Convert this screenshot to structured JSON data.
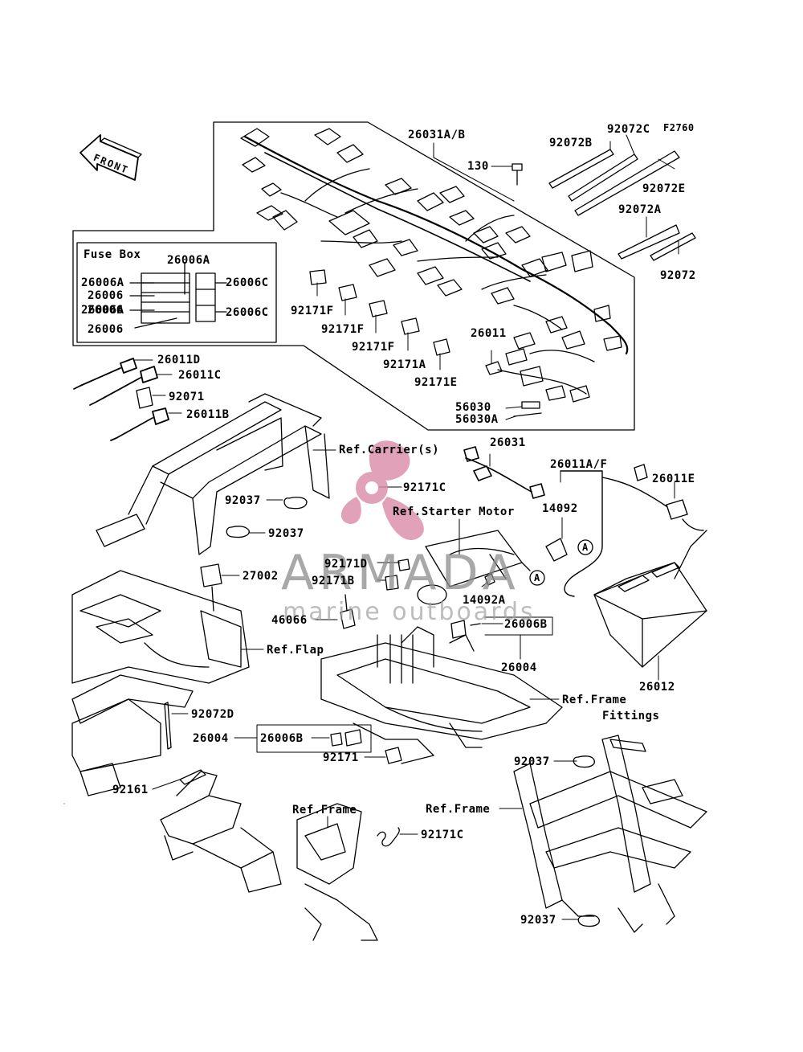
{
  "figure_code": "F2760",
  "front_label": "FRONT",
  "fuse_box": {
    "title": "Fuse Box",
    "top_label": "26006A",
    "left_labels": [
      "26006A",
      "26006",
      "26006",
      "26006A",
      "26006"
    ],
    "right_labels": [
      "26006C",
      "26006C"
    ]
  },
  "watermark": {
    "brand": "ARMADA",
    "subtitle": "marine outboards"
  },
  "callouts": {
    "p26031AB": "26031A/B",
    "p92072C": "92072C",
    "p92072B": "92072B",
    "p130": "130",
    "p92072E": "92072E",
    "p92072A": "92072A",
    "p92072": "92072",
    "p92171F_1": "92171F",
    "p92171F_2": "92171F",
    "p92171F_3": "92171F",
    "p92171A": "92171A",
    "p92171E": "92171E",
    "p26011": "26011",
    "p56030": "56030",
    "p56030A": "56030A",
    "p26011D": "26011D",
    "p26011C": "26011C",
    "p92071": "92071",
    "p26011B": "26011B",
    "ref_carrier": "Ref.Carrier(s)",
    "p26031": "26031",
    "p92171C_top": "92171C",
    "p92037_1": "92037",
    "p92037_2": "92037",
    "ref_starter": "Ref.Starter Motor",
    "p26011AF": "26011A/F",
    "p26011E": "26011E",
    "p14092": "14092",
    "p27002": "27002",
    "p92171D": "92171D",
    "p92171B": "92171B",
    "p14092A": "14092A",
    "circle_a_1": "A",
    "circle_a_2": "A",
    "p46066": "46066",
    "p26006B_1": "26006B",
    "ref_flap": "Ref.Flap",
    "p26004_1": "26004",
    "p26012": "26012",
    "ref_frame_fittings_1": "Ref.Frame",
    "ref_frame_fittings_2": "Fittings",
    "p92072D": "92072D",
    "p26004_2": "26004",
    "p26006B_2": "26006B",
    "p92171": "92171",
    "p92037_3": "92037",
    "p92161": "92161",
    "ref_frame_1": "Ref.Frame",
    "ref_frame_2": "Ref.Frame",
    "p92171C_bot": "92171C",
    "p92037_4": "92037"
  },
  "colors": {
    "ink": "#000000",
    "watermark_pink": "#d98aa8",
    "watermark_grey": "#8b8b8b"
  }
}
